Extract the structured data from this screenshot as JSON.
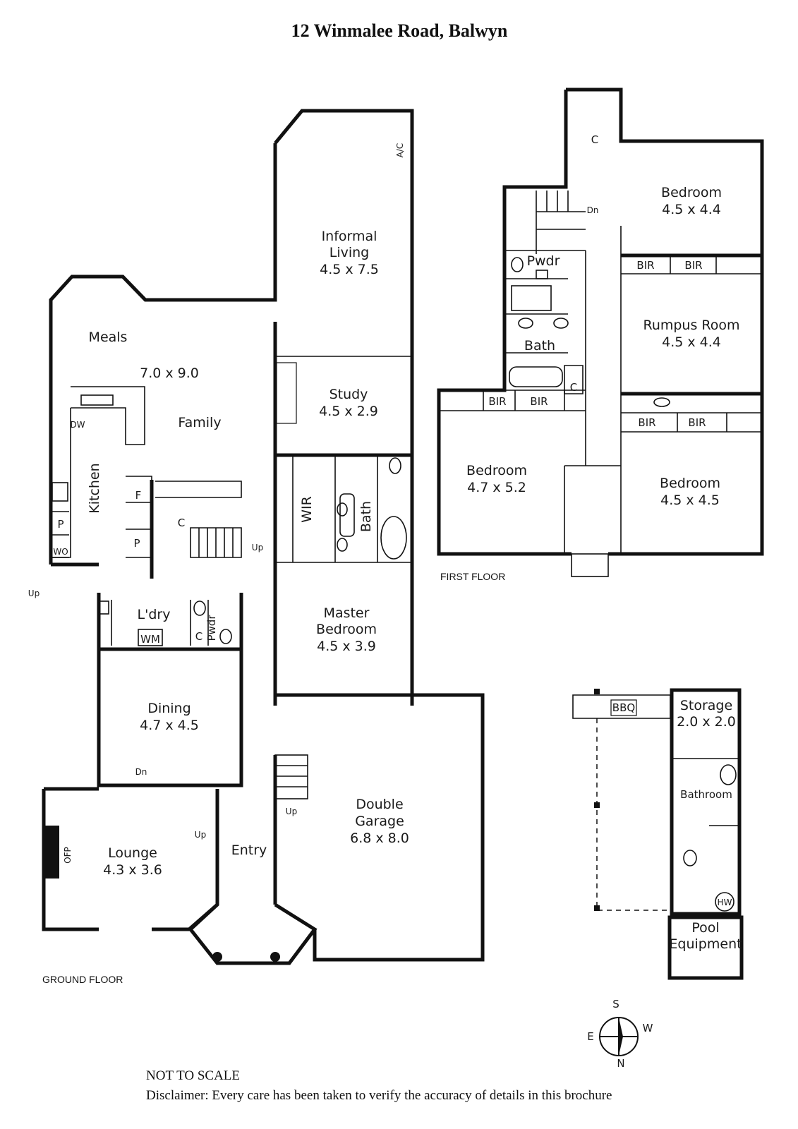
{
  "title": "12 Winmalee Road, Balwyn",
  "floors": {
    "ground": "GROUND FLOOR",
    "first": "FIRST FLOOR"
  },
  "ground_rooms": {
    "informal_living": [
      "Informal",
      "Living",
      "4.5 x 7.5"
    ],
    "ac": "A/C",
    "meals": "Meals",
    "meals_size": "7.0 x 9.0",
    "family": "Family",
    "study": [
      "Study",
      "4.5 x 2.9"
    ],
    "kitchen": "Kitchen",
    "dw": "DW",
    "f": "F",
    "p1": "P",
    "p2": "P",
    "wo": "WO",
    "c1": "C",
    "wir": "WIR",
    "bath": "Bath",
    "master": [
      "Master",
      "Bedroom",
      "4.5 x 3.9"
    ],
    "laundry": "L'dry",
    "wm": "WM",
    "c2": "C",
    "pwdr": "Pwdr",
    "dining": [
      "Dining",
      "4.7 x 4.5"
    ],
    "lounge": [
      "Lounge",
      "4.3 x 3.6"
    ],
    "ofp": "OFP",
    "entry": "Entry",
    "garage": [
      "Double",
      "Garage",
      "6.8 x 8.0"
    ],
    "up1": "Up",
    "up2": "Up",
    "up3": "Up",
    "up4": "Up",
    "dn1": "Dn"
  },
  "first_rooms": {
    "c": "C",
    "dn": "Dn",
    "pwdr": "Pwdr",
    "bath": "Bath",
    "c2": "C",
    "bed1": [
      "Bedroom",
      "4.5 x 4.4"
    ],
    "bir": [
      "BIR",
      "BIR",
      "BIR",
      "BIR",
      "BIR",
      "BIR"
    ],
    "rumpus": [
      "Rumpus Room",
      "4.5 x 4.4"
    ],
    "bed2": [
      "Bedroom",
      "4.7 x 5.2"
    ],
    "bed3": [
      "Bedroom",
      "4.5 x 4.5"
    ]
  },
  "outbuilding": {
    "bbq": "BBQ",
    "storage": [
      "Storage",
      "2.0 x 2.0"
    ],
    "bathroom": "Bathroom",
    "hw": "HW",
    "pool": [
      "Pool",
      "Equipment"
    ]
  },
  "compass": {
    "s": "S",
    "w": "W",
    "e": "E",
    "n": "N"
  },
  "footer": {
    "not_to_scale": "NOT TO SCALE",
    "disclaimer": "Disclaimer: Every care has been taken to verify the accuracy of details in this brochure"
  }
}
